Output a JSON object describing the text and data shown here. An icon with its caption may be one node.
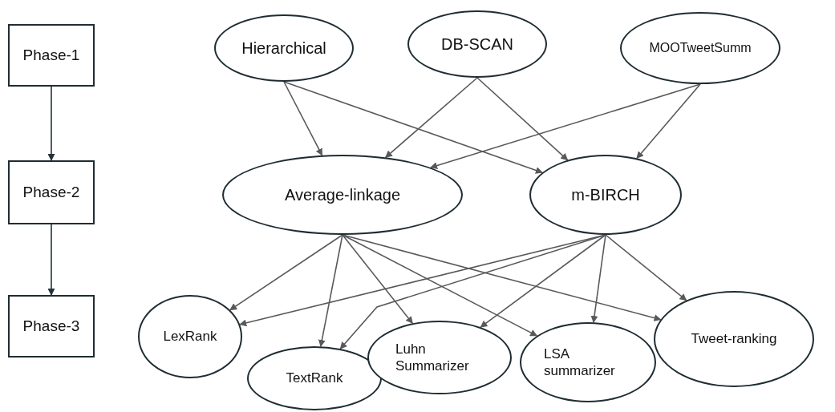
{
  "diagram": {
    "nodes": [
      {
        "text": [
          "Phase-1"
        ]
      },
      {
        "text": [
          "Phase-2"
        ]
      },
      {
        "text": [
          "Phase-3"
        ]
      },
      {
        "text": [
          "Hierarchical"
        ]
      },
      {
        "text": [
          "DB-SCAN"
        ]
      },
      {
        "text": [
          "MOOTweetSumm"
        ]
      },
      {
        "text": [
          "Average-linkage"
        ]
      },
      {
        "text": [
          "m-BIRCH"
        ]
      },
      {
        "text": [
          "LexRank"
        ]
      },
      {
        "text": [
          "TextRank"
        ]
      },
      {
        "text": [
          "Luhn Summarizer"
        ]
      },
      {
        "text": [
          "LSA summarizer"
        ]
      },
      {
        "text": [
          "Tweet-ranking"
        ]
      }
    ],
    "edges": [
      {
        "from": 0,
        "to": 1,
        "arrow": "to"
      },
      {
        "from": 1,
        "to": 2,
        "arrow": "to"
      },
      {
        "from": 3,
        "to": 6,
        "arrow": "to"
      },
      {
        "from": 3,
        "to": 7,
        "arrow": "to"
      },
      {
        "from": 4,
        "to": 6,
        "arrow": "to"
      },
      {
        "from": 4,
        "to": 7,
        "arrow": "to"
      },
      {
        "from": 5,
        "to": 6,
        "arrow": "to"
      },
      {
        "from": 5,
        "to": 7,
        "arrow": "to"
      },
      {
        "from": 6,
        "to": 8,
        "arrow": "to"
      },
      {
        "from": 6,
        "to": 9,
        "arrow": "to"
      },
      {
        "from": 6,
        "to": 10,
        "arrow": "to"
      },
      {
        "from": 6,
        "to": 11,
        "arrow": "to"
      },
      {
        "from": 6,
        "to": 12,
        "arrow": "to"
      },
      {
        "from": 7,
        "to": 8,
        "arrow": "to"
      },
      {
        "from": 7,
        "to": 9,
        "arrow": "to"
      },
      {
        "from": 7,
        "to": 10,
        "arrow": "to"
      },
      {
        "from": 7,
        "to": 11,
        "arrow": "to"
      },
      {
        "from": 7,
        "to": 12,
        "arrow": "to"
      }
    ]
  }
}
